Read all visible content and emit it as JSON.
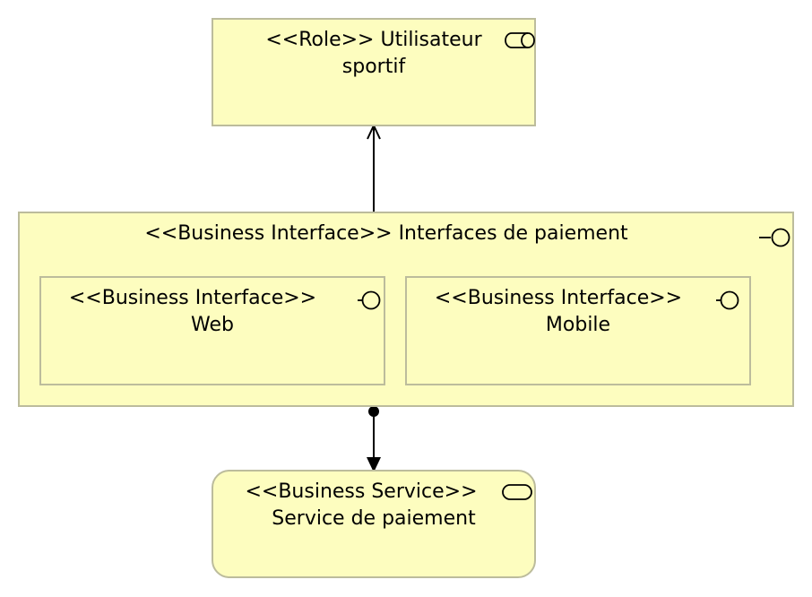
{
  "diagram": {
    "role": {
      "stereotype": "<<Role>> Utilisateur",
      "name": "sportif"
    },
    "interfaces_group": {
      "title": "<<Business Interface>> Interfaces de paiement"
    },
    "web_interface": {
      "stereotype": "<<Business Interface>>",
      "name": "Web"
    },
    "mobile_interface": {
      "stereotype": "<<Business Interface>>",
      "name": "Mobile"
    },
    "service": {
      "stereotype": "<<Business Service>>",
      "name": "Service de paiement"
    },
    "edges": [
      {
        "from": "interfaces_group",
        "to": "role",
        "kind": "serving"
      },
      {
        "from": "interfaces_group",
        "to": "service",
        "kind": "assignment"
      }
    ]
  },
  "colors": {
    "fill": "#fdfdbf",
    "border": "#bcbc9c",
    "line": "#000000"
  },
  "icons": [
    "role-icon",
    "interface-icon",
    "service-icon"
  ]
}
